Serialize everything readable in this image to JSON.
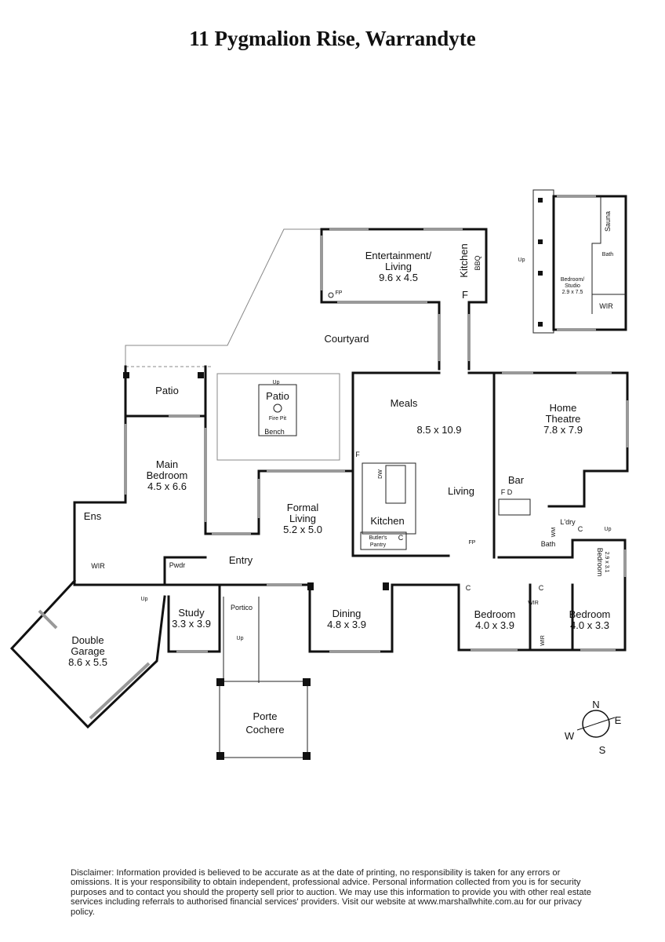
{
  "title": "11 Pygmalion Rise, Warrandyte",
  "rooms": {
    "entertainment": {
      "name": "Entertainment/",
      "name2": "Living",
      "size": "9.6 x 4.5"
    },
    "outdoor_kitchen": "Kitchen",
    "bbq": "BBQ",
    "ent_fridge": "F",
    "ent_fp": "FP",
    "courtyard": "Courtyard",
    "patio_left": "Patio",
    "patio_centre": "Patio",
    "fire_pit": "Fire Pit",
    "bench": "Bench",
    "patio_up": "Up",
    "meals": {
      "name": "Meals",
      "size": "8.5 x 10.9"
    },
    "living": "Living",
    "home_theatre": {
      "name": "Home",
      "name2": "Theatre",
      "size": "7.8 x 7.9"
    },
    "main_bedroom": {
      "name": "Main",
      "name2": "Bedroom",
      "size": "4.5 x 6.6"
    },
    "formal_living": {
      "name": "Formal",
      "name2": "Living",
      "size": "5.2 x 5.0"
    },
    "kitchen": "Kitchen",
    "butlers_pantry": {
      "line1": "Butler's",
      "line2": "Pantry"
    },
    "dw": "DW",
    "kitchen_fridge": "F",
    "kitchen_cupboard": "C",
    "living_fp": "FP",
    "bar": "Bar",
    "bar_fd": "F D",
    "bath": "Bath",
    "laundry": "L'dry",
    "laundry_up": "Up",
    "laundry_c": "C",
    "wm": "WM",
    "bedroom_small": {
      "name": "Bedroom",
      "size": "2.9 x 3.1"
    },
    "ens": "Ens",
    "wir_main": "WIR",
    "pwdr": "Pwdr",
    "entry": "Entry",
    "garage": {
      "name": "Double",
      "name2": "Garage",
      "size": "8.6 x 5.5"
    },
    "garage_up": "Up",
    "study": {
      "name": "Study",
      "size": "3.3 x 3.9"
    },
    "portico": "Portico",
    "portico_up": "Up",
    "dining": {
      "name": "Dining",
      "size": "4.8 x 3.9"
    },
    "bedroom_a": {
      "name": "Bedroom",
      "size": "4.0 x 3.9"
    },
    "bedroom_a_wir": "WIR",
    "bedroom_a_c": "C",
    "bedroom_b_c": "C",
    "bedroom_b_wir": "WIR",
    "bedroom_b": {
      "name": "Bedroom",
      "size": "4.0 x 3.3"
    },
    "porte_cochere": {
      "name": "Porte",
      "name2": "Cochere"
    }
  },
  "studio": {
    "sauna": "Sauna",
    "bath": "Bath",
    "name": "Bedroom/",
    "name2": "Studio",
    "size": "2.9 x 7.5",
    "wir": "WIR",
    "up": "Up"
  },
  "compass": {
    "n": "N",
    "e": "E",
    "s": "S",
    "w": "W"
  },
  "disclaimer": "Disclaimer: Information provided is believed to be accurate as at the date of printing, no responsibility is taken for any errors or omissions. It is your responsibility to obtain independent, professional advice. Personal information collected from you is for security purposes and to contact you should the property sell prior to auction. We may use this information to provide you with other real estate services including referrals to authorised financial services' providers. Visit our website at www.marshallwhite.com.au for our privacy policy."
}
